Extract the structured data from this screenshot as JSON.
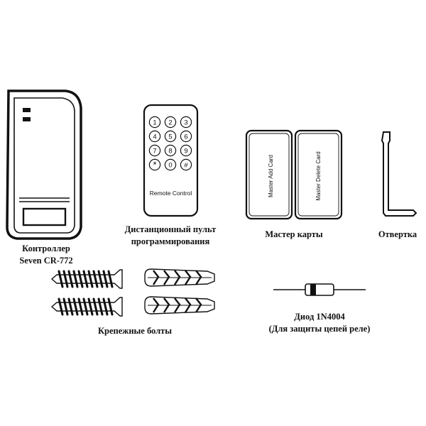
{
  "remote": {
    "keys": [
      "1",
      "2",
      "3",
      "4",
      "5",
      "6",
      "7",
      "8",
      "9",
      "*",
      "0",
      "#"
    ],
    "caption": "Remote Control"
  },
  "cards": {
    "add": "Master Add Card",
    "delete": "Master Delete Card"
  },
  "labels": {
    "controller": [
      "Контроллер",
      "Seven CR-772"
    ],
    "remote": [
      "Дистанционный пульт",
      "программирования"
    ],
    "cards": "Мастер карты",
    "screwdriver": "Отвертка",
    "bolts": "Крепежные болты",
    "diode": [
      "Диод 1N4004",
      "(Для защиты цепей реле)"
    ]
  }
}
